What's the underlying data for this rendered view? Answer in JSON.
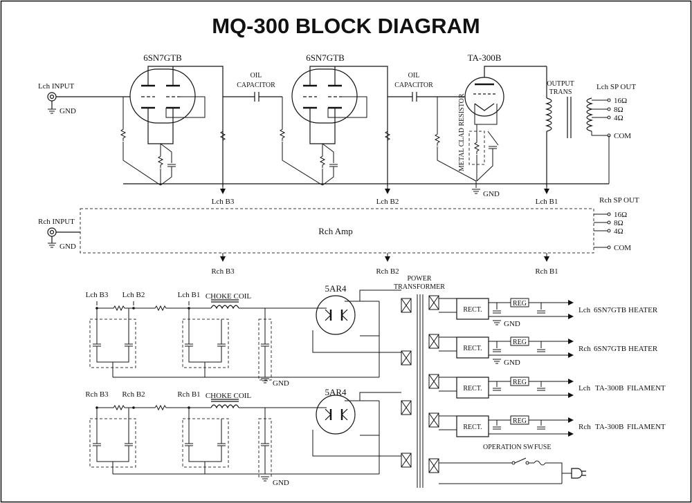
{
  "title": "MQ-300 BLOCK DIAGRAM",
  "signal": {
    "tube1": "6SN7GTB",
    "tube2": "6SN7GTB",
    "tube3": "TA-300B",
    "oil_cap1_l1": "OIL",
    "oil_cap1_l2": "CAPACITOR",
    "oil_cap2_l1": "OIL",
    "oil_cap2_l2": "CAPACITOR",
    "output_trans_l1": "OUTPUT",
    "output_trans_l2": "TRANS",
    "metal_clad": "METAL CLAD RESISTOR",
    "lch_input": "Lch INPUT",
    "gnd": "GND",
    "lch_sp_out": "Lch SP OUT",
    "taps": [
      "16Ω",
      "8Ω",
      "4Ω"
    ],
    "com": "COM",
    "lch_b3": "Lch B3",
    "lch_b2": "Lch B2",
    "lch_b1": "Lch B1"
  },
  "rch_block": {
    "rch_input": "Rch INPUT",
    "gnd": "GND",
    "rch_amp": "Rch Amp",
    "rch_sp_out": "Rch SP OUT",
    "taps": [
      "16Ω",
      "8Ω",
      "4Ω"
    ],
    "com": "COM",
    "rch_b3": "Rch B3",
    "rch_b2": "Rch B2",
    "rch_b1": "Rch B1"
  },
  "power": {
    "upper": {
      "b3": "Lch B3",
      "b2": "Lch B2",
      "b1": "Lch B1",
      "choke": "CHOKE COIL",
      "rectifier": "5AR4",
      "gnd": "GND"
    },
    "lower": {
      "b3": "Rch B3",
      "b2": "Rch B2",
      "b1": "Rch B1",
      "choke": "CHOKE COIL",
      "rectifier": "5AR4",
      "gnd": "GND"
    },
    "power_transformer_l1": "POWER",
    "power_transformer_l2": "TRANSFORMER",
    "rect_label": "RECT.",
    "reg_label": "REG",
    "gnd": "GND",
    "heaters": [
      {
        "ch": "Lch",
        "name": "6SN7GTB",
        "type": "HEATER"
      },
      {
        "ch": "Rch",
        "name": "6SN7GTB",
        "type": "HEATER"
      },
      {
        "ch": "Lch",
        "name": "TA-300B",
        "type": "FILAMENT"
      },
      {
        "ch": "Rch",
        "name": "TA-300B",
        "type": "FILAMENT"
      }
    ],
    "operation_sw": "OPERATION SW",
    "fuse": "FUSE"
  }
}
